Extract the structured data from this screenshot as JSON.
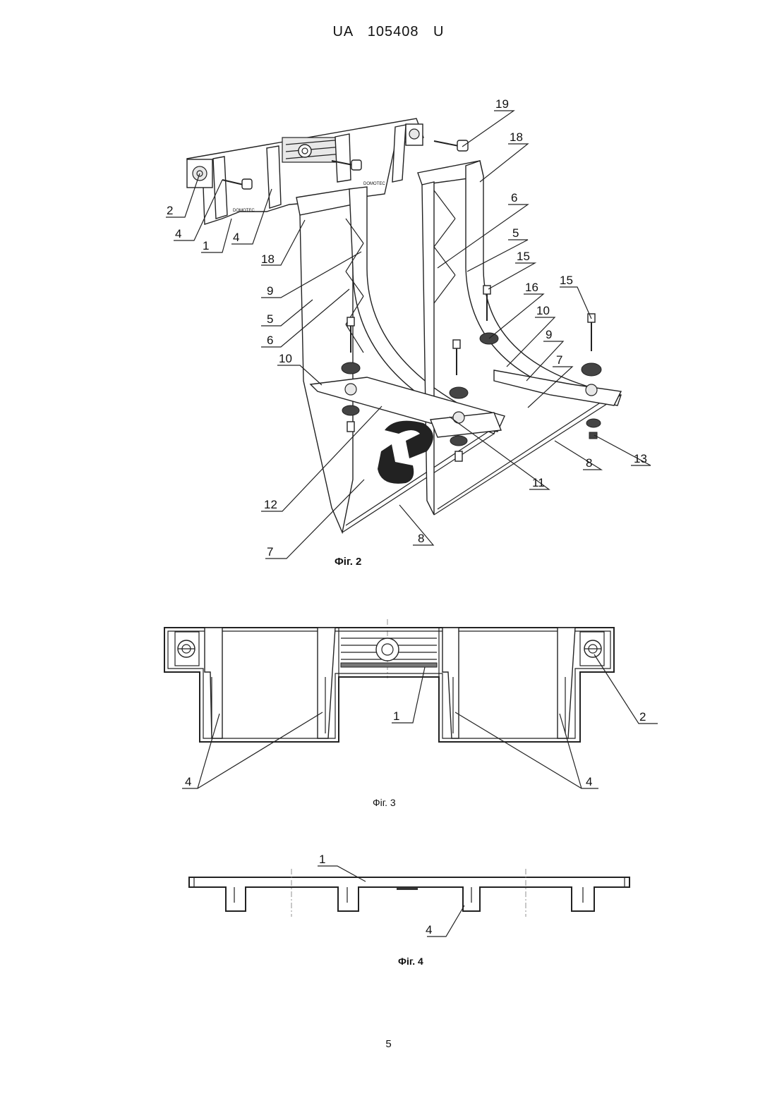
{
  "header": {
    "country": "UA",
    "number": "105408",
    "kind": "U"
  },
  "figures": {
    "fig2": {
      "caption": "Фіг. 2",
      "labels": {
        "l19": "19",
        "l18a": "18",
        "l18b": "18",
        "l2": "2",
        "l4a": "4",
        "l4b": "4",
        "l1": "1",
        "l6a": "6",
        "l6b": "6",
        "l5a": "5",
        "l5b": "5",
        "l9a": "9",
        "l9b": "9",
        "l15a": "15",
        "l15b": "15",
        "l16": "16",
        "l10a": "10",
        "l10b": "10",
        "l7a": "7",
        "l7b": "7",
        "l8a": "8",
        "l8b": "8",
        "l11": "11",
        "l12": "12",
        "l13": "13"
      }
    },
    "fig3": {
      "caption": "Фіг. 3",
      "labels": {
        "l1": "1",
        "l2": "2",
        "l4a": "4",
        "l4b": "4"
      }
    },
    "fig4": {
      "caption": "Фіг. 4",
      "labels": {
        "l1": "1",
        "l4": "4"
      }
    }
  },
  "page_number": "5"
}
